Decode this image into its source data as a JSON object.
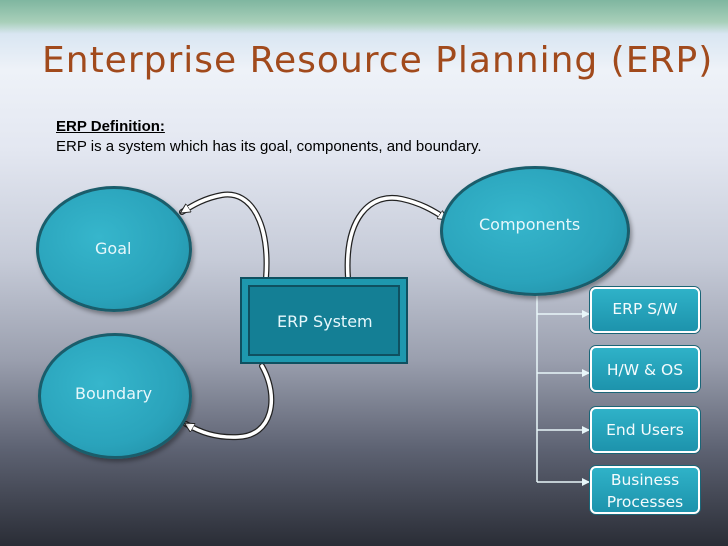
{
  "slide": {
    "title": "Enterprise Resource Planning (ERP)",
    "definition_heading": "ERP Definition:",
    "definition_text": "ERP is a system which has its goal, components, and boundary."
  },
  "diagram": {
    "goal": "Goal",
    "boundary": "Boundary",
    "components": "Components",
    "center": "ERP System",
    "component_items": [
      {
        "label": "ERP S/W"
      },
      {
        "label": "H/W & OS"
      },
      {
        "label": "End Users"
      },
      {
        "label": "Business Processes"
      }
    ]
  },
  "colors": {
    "title": "#a14a1c",
    "shape_fill": "#2aa3bb",
    "shape_border": "#1a5d6b"
  }
}
